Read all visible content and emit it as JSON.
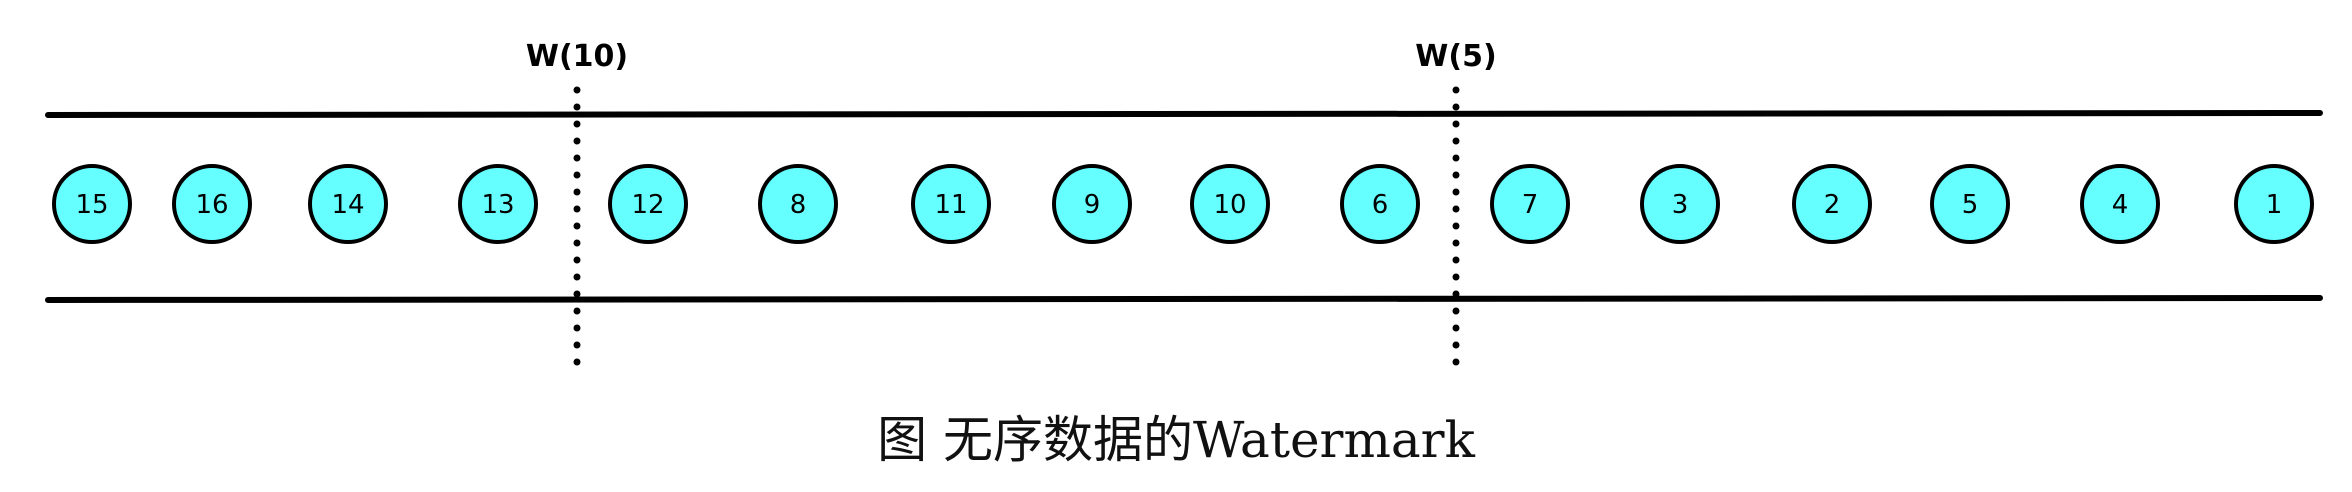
{
  "diagram": {
    "events": [
      "15",
      "16",
      "14",
      "13",
      "12",
      "8",
      "11",
      "9",
      "10",
      "6",
      "7",
      "3",
      "2",
      "5",
      "4",
      "1"
    ],
    "watermarks": [
      {
        "label": "W(10)",
        "after_event_index": 3
      },
      {
        "label": "W(5)",
        "after_event_index": 9
      }
    ],
    "colors": {
      "event_fill": "#66ffff",
      "stroke": "#000000"
    }
  },
  "caption": "图 无序数据的Watermark"
}
